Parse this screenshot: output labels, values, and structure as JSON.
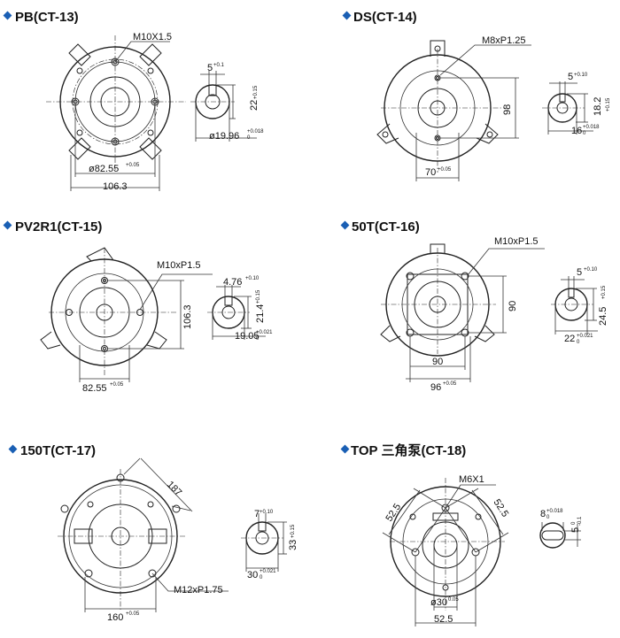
{
  "panels": [
    {
      "title": "PB(CT-13)",
      "thread": "M10X1.5",
      "dim_width": "106.3",
      "dim_pcd": "ø82.55",
      "dim_pcd_tol": "+0.05",
      "shaft_key": "5",
      "shaft_key_tol": "+0.1",
      "shaft_height": "22",
      "shaft_height_tol": "+0.15",
      "shaft_dia": "ø19.96",
      "shaft_dia_tol": "+0.018",
      "shaft_dia_tol_low": "0"
    },
    {
      "title": "DS(CT-14)",
      "thread": "M8xP1.25",
      "dim_height": "98",
      "dim_width": "70",
      "dim_width_tol": "+0.05",
      "shaft_key": "5",
      "shaft_key_tol": "+0.10",
      "shaft_height": "18.2",
      "shaft_height_tol": "+0.15",
      "shaft_dia": "16",
      "shaft_dia_tol": "+0.018",
      "shaft_dia_tol_low": "0"
    },
    {
      "title": "PV2R1(CT-15)",
      "thread": "M10xP1.5",
      "dim_height": "106.3",
      "dim_width": "82.55",
      "dim_width_tol": "+0.05",
      "shaft_key": "4.76",
      "shaft_key_tol": "+0.10",
      "shaft_height": "21.4",
      "shaft_height_tol": "+0.15",
      "shaft_dia": "19.05",
      "shaft_dia_tol": "+0.021",
      "shaft_dia_tol_low": "0"
    },
    {
      "title": "50T(CT-16)",
      "thread": "M10xP1.5",
      "dim_height": "90",
      "dim_width": "90",
      "dim_width2": "96",
      "dim_width2_tol": "+0.05",
      "shaft_key": "5",
      "shaft_key_tol": "+0.10",
      "shaft_height": "24.5",
      "shaft_height_tol": "+0.15",
      "shaft_dia": "22",
      "shaft_dia_tol": "+0.021",
      "shaft_dia_tol_low": "0"
    },
    {
      "title": "150T(CT-17)",
      "thread": "M12xP1.75",
      "dim_diag": "187",
      "dim_width": "160",
      "dim_width_tol": "+0.05",
      "shaft_key": "7",
      "shaft_key_tol": "+0.10",
      "shaft_height": "33",
      "shaft_height_tol": "+0.15",
      "shaft_dia": "30",
      "shaft_dia_tol": "+0.021",
      "shaft_dia_tol_low": "0"
    },
    {
      "title": "TOP 三角泵(CT-18)",
      "thread": "M6X1",
      "dim_diag_l": "52.5",
      "dim_diag_r": "52.5",
      "dim_width": "52.5",
      "dim_bore": "ø30",
      "dim_bore_tol": "0.05",
      "shaft_flat": "8",
      "shaft_flat_tol": "+0.018",
      "shaft_flat_tol_low": "0",
      "shaft_key": "5",
      "shaft_key_tol": "0",
      "shaft_key_tol_low": "-0.1"
    }
  ],
  "colors": {
    "bullet": "#1a5fb4",
    "line": "#222222"
  }
}
